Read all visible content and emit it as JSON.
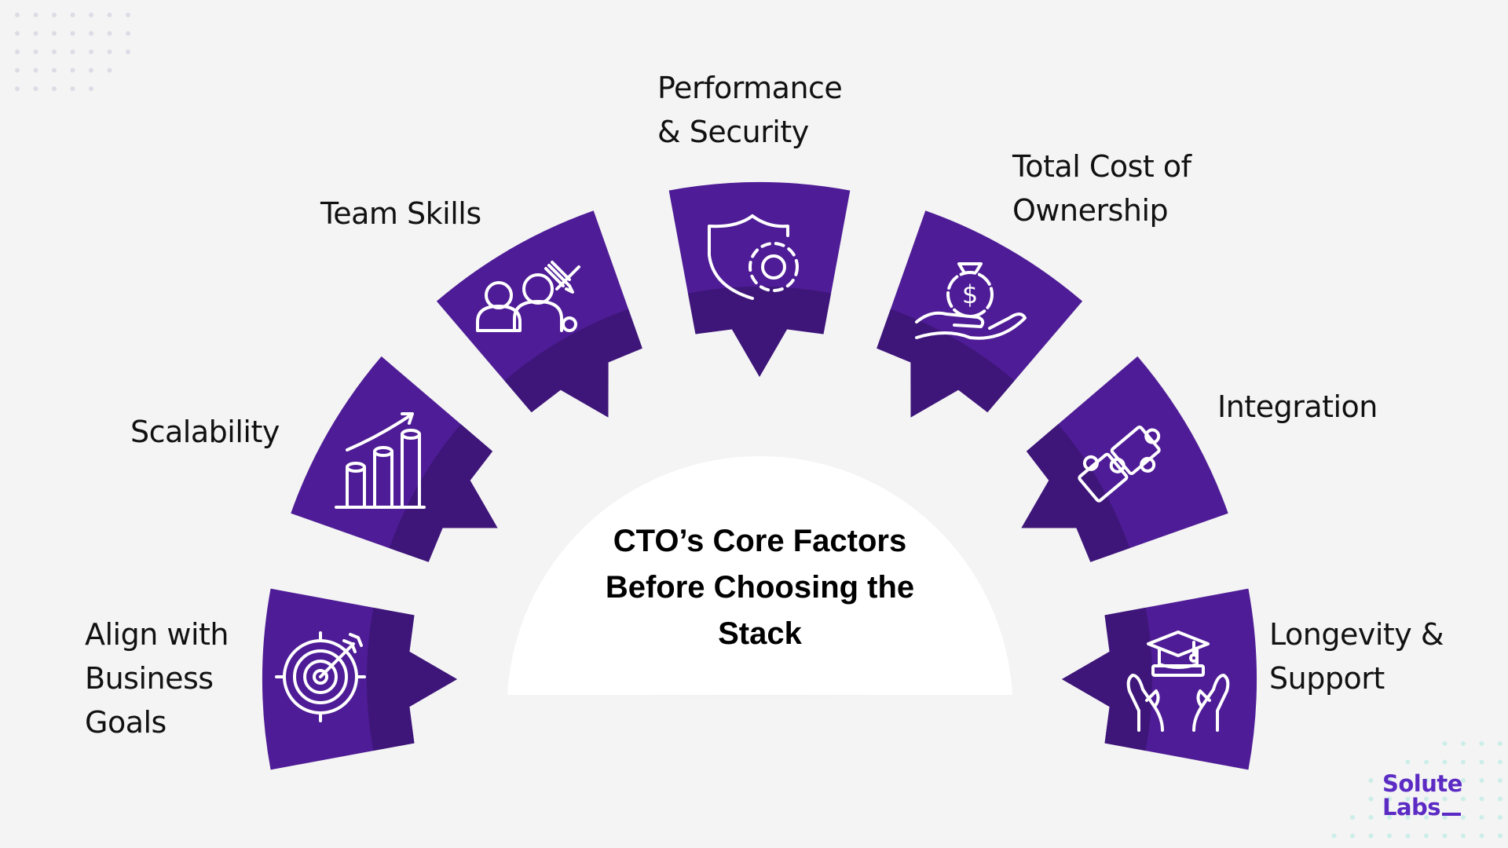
{
  "title": "CTO’s Core Factors Before Choosing the Stack",
  "title_lines": [
    "CTO’s Core Factors",
    "Before Choosing the",
    "Stack"
  ],
  "colors": {
    "background": "#f4f4f4",
    "segment": "#4e1c96",
    "segment_band": "#3e1679",
    "icon_stroke": "#ffffff",
    "center": "#ffffff",
    "logo": "#5b2bc4",
    "dots_gray": "#dcdce6",
    "dots_teal": "#cdeee8"
  },
  "factors": [
    {
      "label": "Align with\nBusiness\nGoals",
      "icon": "target-icon"
    },
    {
      "label": "Scalability",
      "icon": "bar-chart-growth-icon"
    },
    {
      "label": "Team Skills",
      "icon": "team-tools-icon"
    },
    {
      "label": "Performance\n& Security",
      "icon": "shield-gear-icon"
    },
    {
      "label": "Total Cost of\nOwnership",
      "icon": "money-bag-hand-icon"
    },
    {
      "label": "Integration",
      "icon": "puzzle-icon"
    },
    {
      "label": "Longevity &\nSupport",
      "icon": "graduation-hands-icon"
    }
  ],
  "logo": {
    "line1": "Solute",
    "line2": "Labs"
  }
}
